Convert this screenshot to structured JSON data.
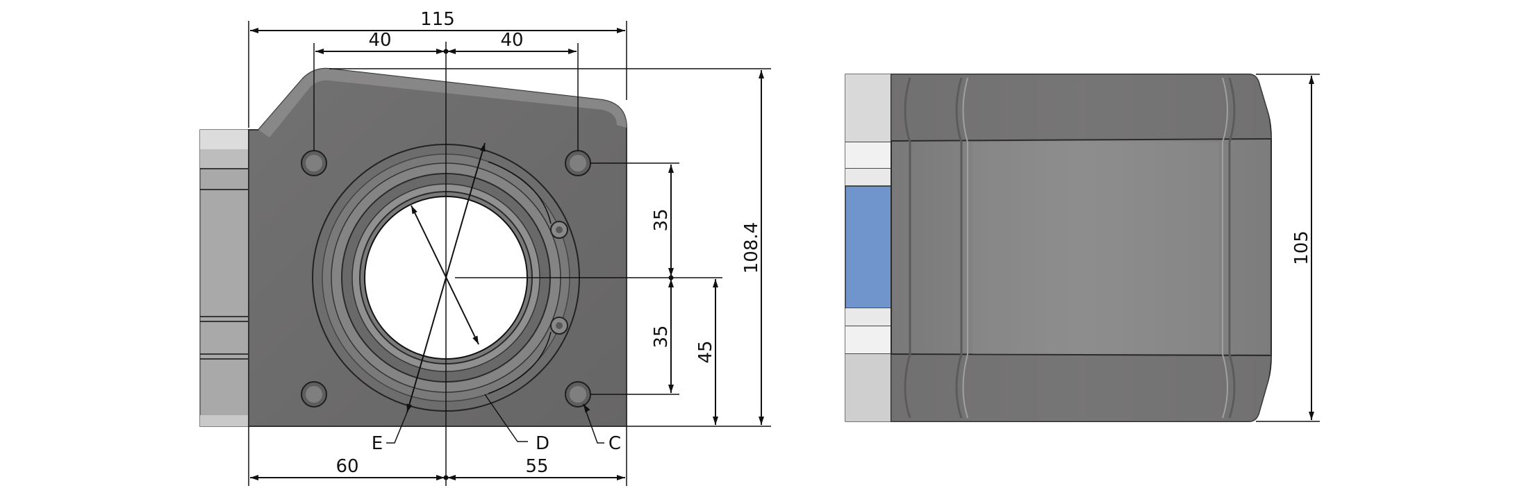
{
  "front_view": {
    "dimensions": {
      "overall_width": "115",
      "hole_spacing_left": "40",
      "hole_spacing_right": "40",
      "hole_offset_top": "35",
      "hole_offset_bottom": "35",
      "bore_height": "45",
      "overall_height": "108.4",
      "left_to_bore": "60",
      "bore_to_right": "55"
    },
    "callouts": {
      "c": "C",
      "d": "D",
      "e": "E"
    }
  },
  "side_view": {
    "dimensions": {
      "height": "105"
    }
  },
  "colors": {
    "housing": "#6b6a6a",
    "housing_light": "#8c8b8b",
    "flange": "#d3d3d3",
    "seal_blue": "#6f95cc"
  }
}
